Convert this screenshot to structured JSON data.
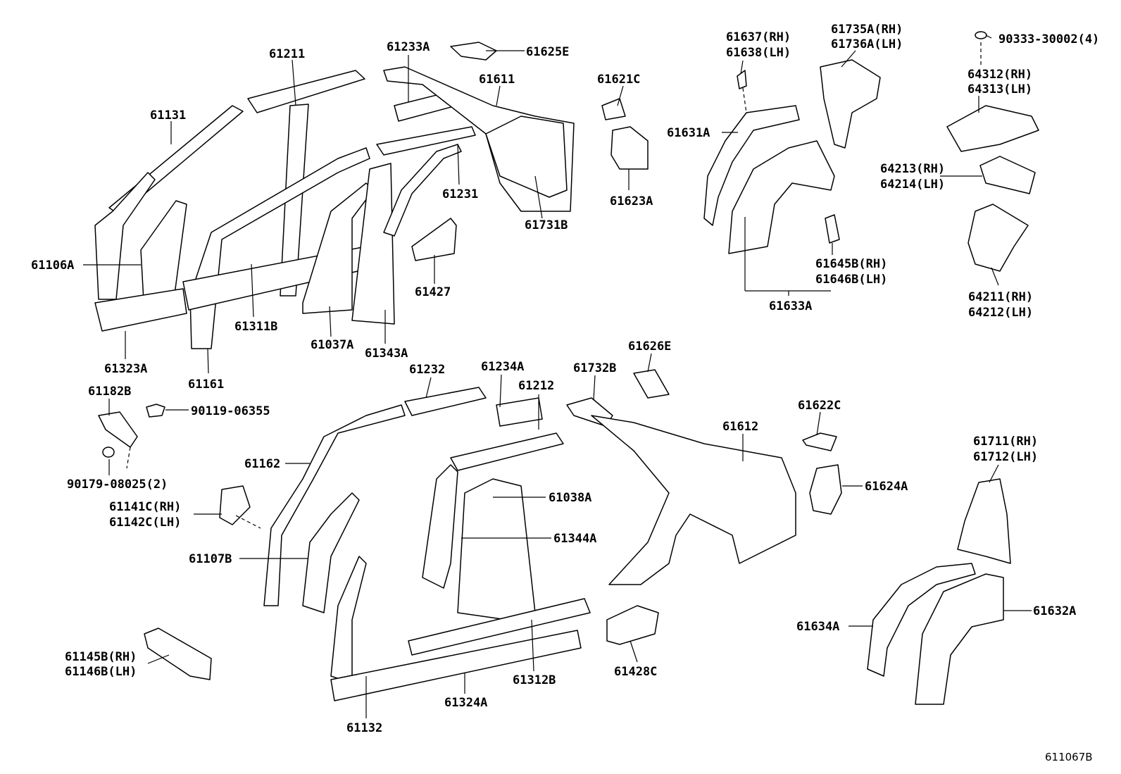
{
  "drawing_number": "611067B",
  "labels": {
    "l61211": "61211",
    "l61233A": "61233A",
    "l61625E": "61625E",
    "l61611": "61611",
    "l61131": "61131",
    "l61621C": "61621C",
    "l61637": "61637(RH)",
    "l61638": "61638(LH)",
    "l61735A": "61735A(RH)",
    "l61736A": "61736A(LH)",
    "l90333": "90333-30002(4)",
    "l64312": "64312(RH)",
    "l64313": "64313(LH)",
    "l61631A": "61631A",
    "l64213": "64213(RH)",
    "l64214": "64214(LH)",
    "l61231": "61231",
    "l61623A": "61623A",
    "l61731B": "61731B",
    "l61106A": "61106A",
    "l61427": "61427",
    "l61645B": "61645B(RH)",
    "l61646B": "61646B(LH)",
    "l64211": "64211(RH)",
    "l64212": "64212(LH)",
    "l61311B": "61311B",
    "l61633A": "61633A",
    "l61037A": "61037A",
    "l61343A": "61343A",
    "l61323A": "61323A",
    "l61626E": "61626E",
    "l61232": "61232",
    "l61234A": "61234A",
    "l61732B": "61732B",
    "l61161": "61161",
    "l61212": "61212",
    "l61182B": "61182B",
    "l61622C": "61622C",
    "l90119": "90119-06355",
    "l61612": "61612",
    "l61711": "61711(RH)",
    "l61712": "61712(LH)",
    "l61162": "61162",
    "l90179": "90179-08025(2)",
    "l61624A": "61624A",
    "l61038A": "61038A",
    "l61141C": "61141C(RH)",
    "l61142C": "61142C(LH)",
    "l61344A": "61344A",
    "l61107B": "61107B",
    "l61632A": "61632A",
    "l61634A": "61634A",
    "l61145B": "61145B(RH)",
    "l61146B": "61146B(LH)",
    "l61428C": "61428C",
    "l61312B": "61312B",
    "l61324A": "61324A",
    "l61132": "61132"
  }
}
